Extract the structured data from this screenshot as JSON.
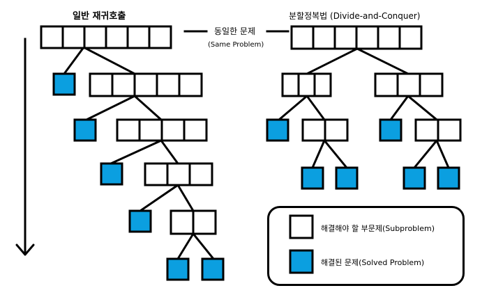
{
  "left_title": "일반 재귀호출",
  "right_title": "분할정복법 (Divide-and-Conquer)",
  "same_problem": {
    "ko": "동일한 문제",
    "en": "(Same Problem)"
  },
  "legend": {
    "unsolved_label": "해결해야 할 부문제(Subproblem)",
    "solved_label": "해결된 문제(Solved Problem)"
  },
  "colors": {
    "solved": "#0b9fe0",
    "unsolved": "#ffffff",
    "stroke": "#000000"
  }
}
